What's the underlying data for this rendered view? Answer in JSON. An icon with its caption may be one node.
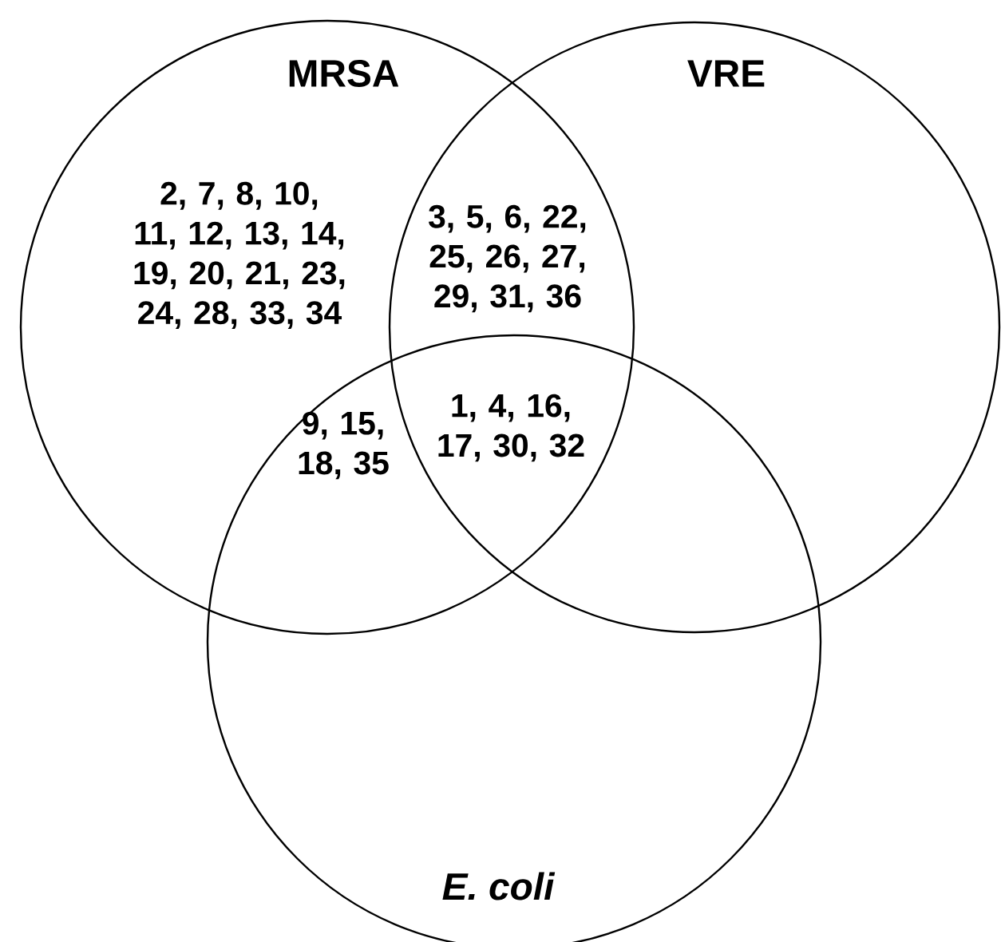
{
  "diagram": {
    "nodes": [
      {
        "text": [
          "MRSA"
        ]
      },
      {
        "text": [
          "VRE"
        ]
      },
      {
        "text": [
          "E. coli"
        ]
      }
    ],
    "labels": [
      "2, 7, 8, 10, 11, 12, 13, 14, 19, 20, 21, 23, 24, 28, 33, 34",
      "3, 5, 6, 22, 25, 26, 27, 29, 31, 36",
      "1, 4, 16, 17, 30, 32",
      "9, 15, 18, 35"
    ]
  }
}
